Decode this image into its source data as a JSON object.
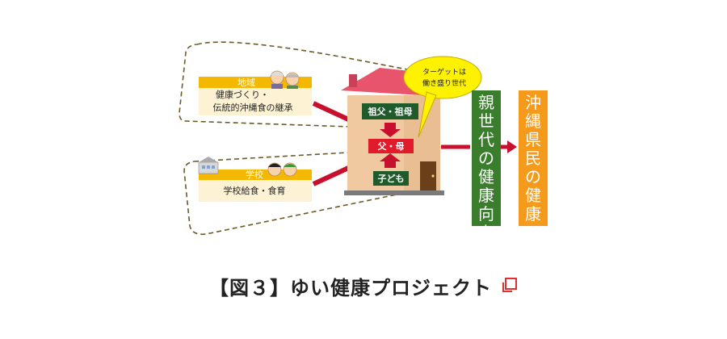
{
  "diagram": {
    "region": {
      "label": "地域",
      "lines": [
        "健康づくり・",
        "伝統的沖縄食の継承"
      ]
    },
    "school": {
      "label": "学校",
      "line": "学校給食・食育"
    },
    "house": {
      "grandparents": "祖父・祖母",
      "parents": "父・母",
      "children": "子ども"
    },
    "callout": {
      "lines": [
        "ターゲットは",
        "働き盛り世代"
      ]
    },
    "parent_health": "親世代の健康向上",
    "okinawa_health": "沖縄県民の健康"
  },
  "caption": {
    "text": "【図３】ゆい健康プロジェクト"
  },
  "colors": {
    "banner_yellow": "#f5b800",
    "panel_cream": "#fdf3d4",
    "arrow_red": "#c8102e",
    "box_green": "#3a7d2c",
    "box_orange": "#f59a1b",
    "house_wall": "#f0c9a0",
    "roof": "#e8546b",
    "room_green": "#1f5b2b",
    "callout_yellow": "#fff200",
    "dashed_outline": "#6b5a2a",
    "icon_red": "#e03030"
  },
  "icons": {
    "region": "elderly-couple-icon",
    "school": "school-building-icon",
    "kids": "children-icon",
    "open": "open-new-window-icon"
  }
}
